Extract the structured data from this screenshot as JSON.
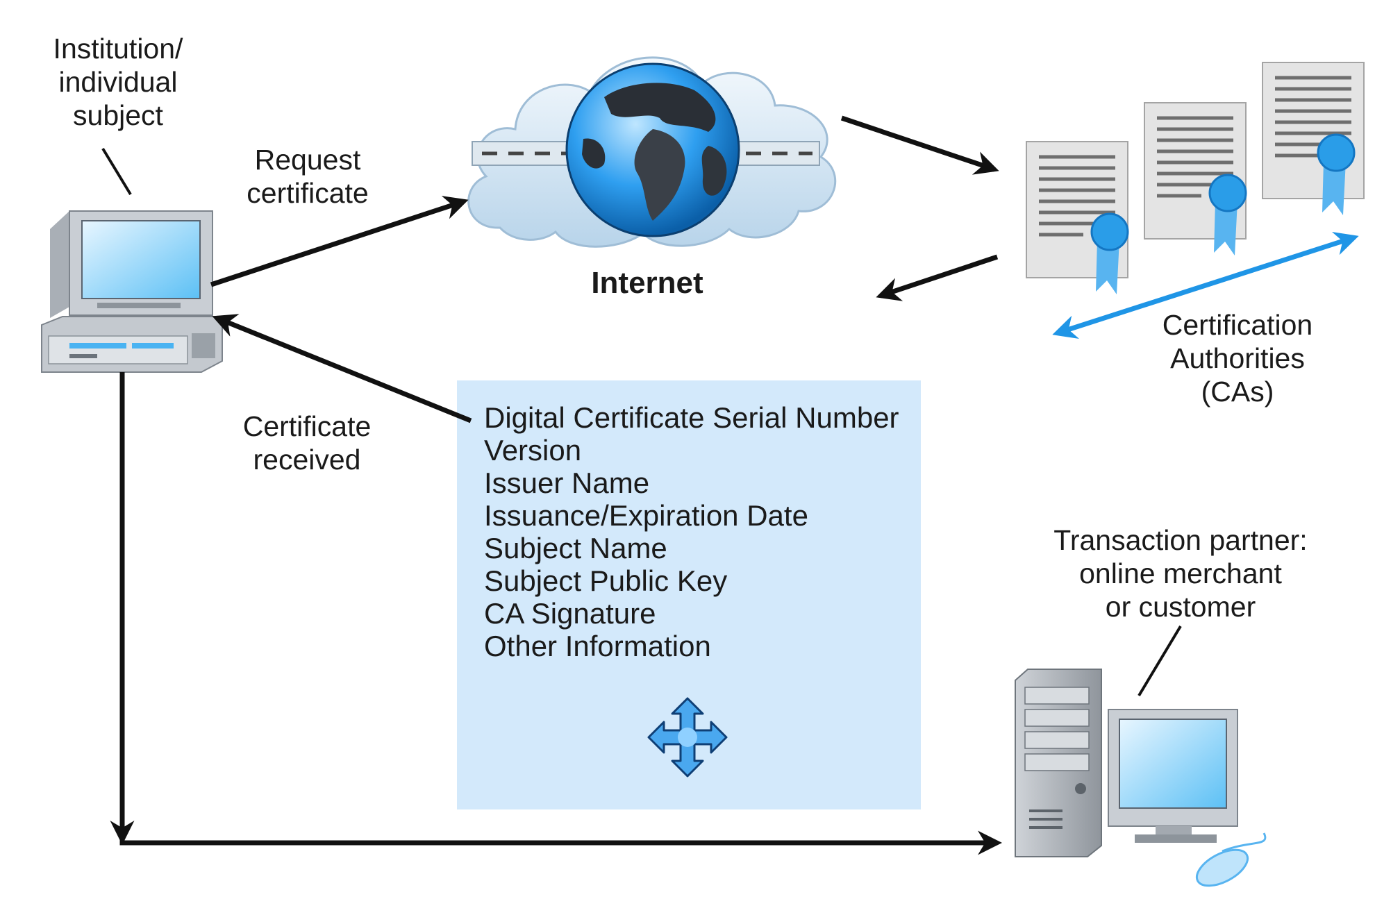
{
  "diagram": {
    "subject_label": [
      "Institution/",
      "individual",
      "subject"
    ],
    "request_label": [
      "Request",
      "certificate"
    ],
    "received_label": [
      "Certificate",
      "received"
    ],
    "internet_label": "Internet",
    "ca_label": [
      "Certification",
      "Authorities",
      "(CAs)"
    ],
    "partner_label": [
      "Transaction partner:",
      "online merchant",
      "or customer"
    ],
    "certificate_fields": [
      "Digital Certificate Serial Number",
      "Version",
      "Issuer Name",
      "Issuance/Expiration Date",
      "Subject Name",
      "Subject Public Key",
      "CA Signature",
      "Other Information"
    ],
    "colors": {
      "info_panel": "#d3e9fb",
      "accent_blue": "#1f95e6",
      "arrow": "#111111",
      "cloud": "#cfe3f3",
      "certificate_paper": "#e4e4e4"
    },
    "icons": [
      "desktop-computer-icon",
      "internet-globe-cloud-icon",
      "certificate-icon",
      "four-way-arrow-icon",
      "tower-computer-icon",
      "mouse-icon"
    ]
  }
}
